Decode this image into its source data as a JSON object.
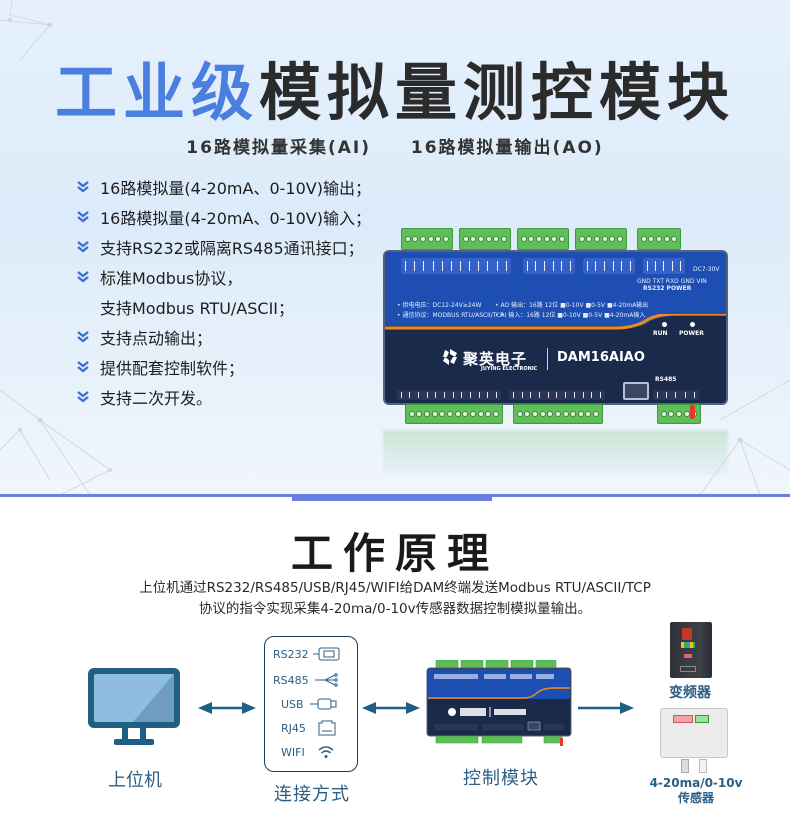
{
  "hero": {
    "title_highlight": "工业级",
    "title_rest": "模拟量测控模块",
    "subtitle_left": "16路模拟量采集(AI)",
    "subtitle_right": "16路模拟量输出(AO)",
    "features": [
      "16路模拟量(4-20mA、0-10V)输出；",
      "16路模拟量(4-20mA、0-10V)输入；",
      "支持RS232或隔离RS485通讯接口；",
      "标准Modbus协议，",
      "支持Modbus RTU/ASCII；",
      "支持点动输出；",
      "提供配套控制软件；",
      "支持二次开发。"
    ],
    "colors": {
      "accent": "#4a7fe0",
      "title_dark": "#2b2b2b",
      "divider": "#6a7de0"
    }
  },
  "device": {
    "brand": "聚英电子",
    "brand_en": "JUYING ELECTRONIC",
    "model": "DAM16AIAO",
    "power_spec": "• 供电电压：DC12-24V≥24W",
    "protocol_spec": "• 通信协议：MODBUS RTU/ASCII/TCP",
    "ao_spec": "• AO 输出：16路 12位 ■0-10V ■0-5V ■4-20mA输出",
    "ai_spec": "• AI 输入：16路 12位 ■0-10V ■0-5V ■4-20mA输入",
    "rs232_label": "RS232 POWER",
    "rs232_pins": "GND TXT RXD GND VIN",
    "dc_label": "DC7-30V",
    "led_run": "RUN",
    "led_power": "POWER",
    "rs485_label": "RS485"
  },
  "principle": {
    "title": "工作原理",
    "desc_line1": "上位机通过RS232/RS485/USB/RJ45/WIFI给DAM终端发送Modbus RTU/ASCII/TCP",
    "desc_line2": "协议的指令实现采集4-20ma/0-10v传感器数据控制模拟量输出。",
    "host_label": "上位机",
    "connections": [
      {
        "label": "RS232",
        "icon": "db9-connector-icon"
      },
      {
        "label": "RS485",
        "icon": "bus-wire-icon"
      },
      {
        "label": "USB",
        "icon": "usb-plug-icon"
      },
      {
        "label": "RJ45",
        "icon": "ethernet-port-icon"
      },
      {
        "label": "WIFI",
        "icon": "wifi-icon"
      }
    ],
    "connections_label": "连接方式",
    "module_label": "控制模块",
    "vfd_label": "变频器",
    "sensor_label_1": "4-20ma/0-10v",
    "sensor_label_2": "传感器",
    "colors": {
      "arrow": "#1f5f84",
      "label": "#2c5f84"
    }
  }
}
